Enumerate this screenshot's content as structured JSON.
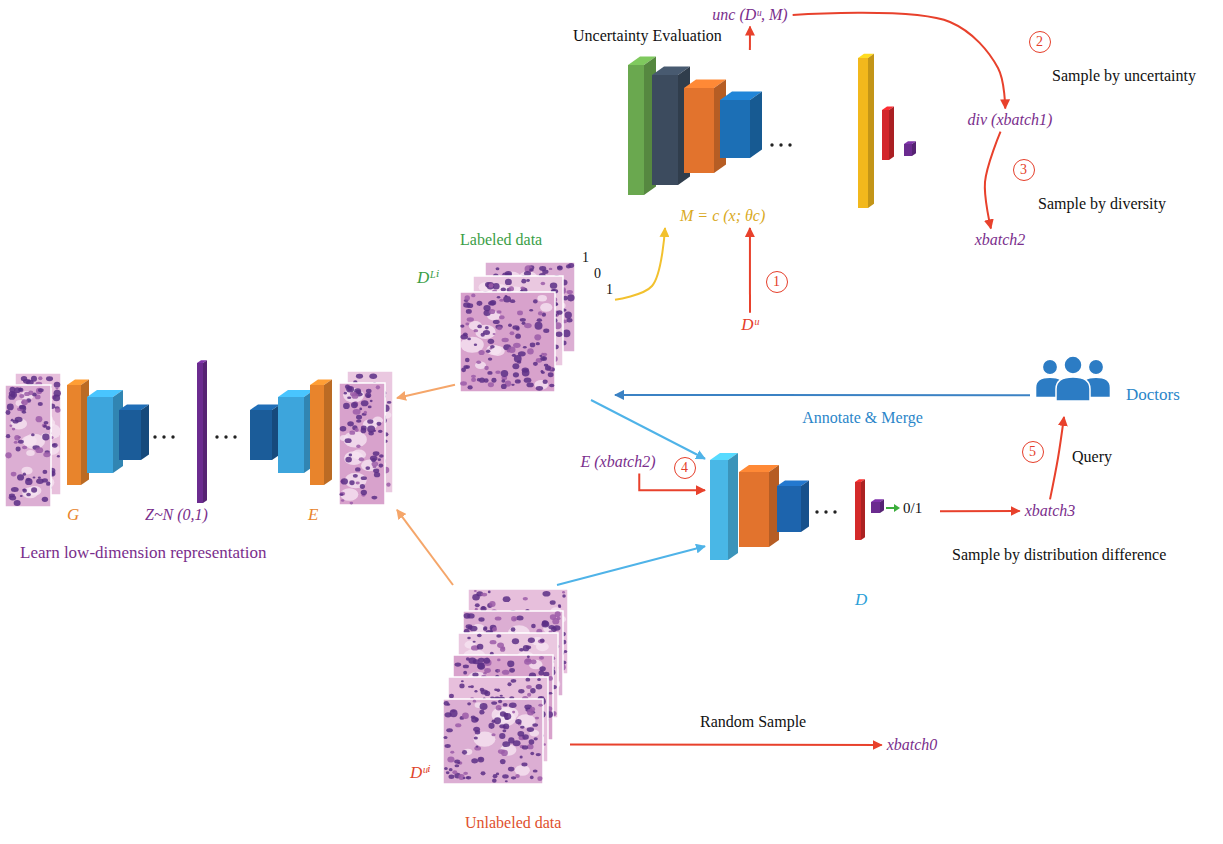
{
  "diagram": {
    "nodes": [
      {
        "text": [
          "Uncertainty Evaluation",
          "M = c (x; θc)"
        ]
      },
      {
        "text": [
          "unc (Dᵘ, M)"
        ]
      },
      {
        "text": [
          "div (xbatch1)"
        ]
      },
      {
        "text": [
          "xbatch2"
        ]
      },
      {
        "text": [
          "Dᵘ"
        ]
      },
      {
        "text": [
          "Labeled data",
          "Dᴸⁱ"
        ]
      },
      {
        "text": [
          "G",
          "Z~N (0,1)",
          "E",
          "Learn low-dimension representation"
        ]
      },
      {
        "text": [
          "Dᵘⁱ",
          "Unlabeled data"
        ]
      },
      {
        "text": [
          "E (xbatch2)"
        ]
      },
      {
        "text": [
          "0/1",
          "D"
        ]
      },
      {
        "text": [
          "xbatch3"
        ]
      },
      {
        "text": [
          "Doctors"
        ]
      },
      {
        "text": [
          "xbatch0"
        ]
      }
    ],
    "edges": [
      {
        "from": 0,
        "to": 1,
        "arrow": "to"
      },
      {
        "from": 1,
        "to": 2,
        "arrow": "to"
      },
      {
        "from": 2,
        "to": 3,
        "arrow": "to"
      },
      {
        "from": 4,
        "to": 0,
        "arrow": "to"
      },
      {
        "from": 5,
        "to": 0,
        "arrow": "to"
      },
      {
        "from": 5,
        "to": 6,
        "arrow": "to"
      },
      {
        "from": 7,
        "to": 6,
        "arrow": "to"
      },
      {
        "from": 5,
        "to": 9,
        "arrow": "to"
      },
      {
        "from": 7,
        "to": 9,
        "arrow": "to"
      },
      {
        "from": 8,
        "to": 9,
        "arrow": "to"
      },
      {
        "from": 9,
        "to": 10,
        "arrow": "to"
      },
      {
        "from": 10,
        "to": 11,
        "arrow": "to"
      },
      {
        "from": 11,
        "to": 5,
        "label": "Annotate & Merge",
        "arrow": "to"
      },
      {
        "from": 7,
        "to": 12,
        "arrow": "to"
      }
    ],
    "labels": [
      "2",
      "Sample by uncertainty",
      "3",
      "Sample by diversity",
      "1",
      "1",
      "0",
      "1",
      "4",
      "Sample by distribution difference",
      "5",
      "Query",
      "Random Sample"
    ]
  }
}
